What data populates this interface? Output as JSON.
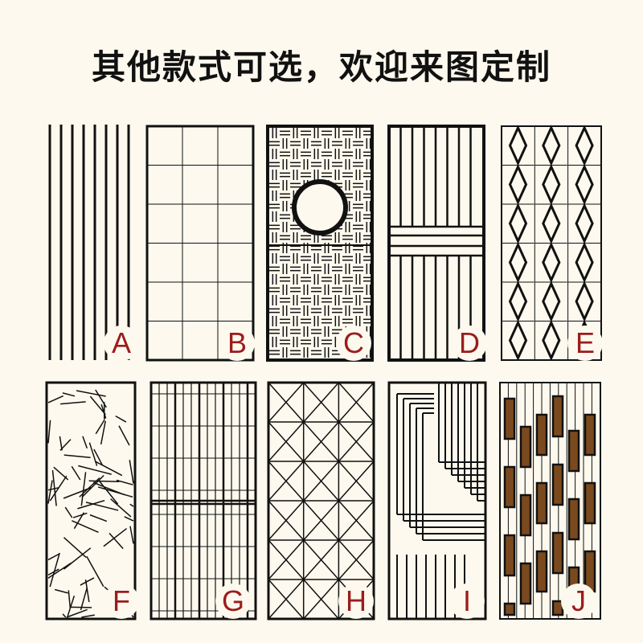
{
  "title": "其他款式可选，欢迎来图定制",
  "colors": {
    "background": "#fdf9ee",
    "line": "#111111",
    "label": "#9b1c1c",
    "wood": "#7a4a1e"
  },
  "panels": [
    {
      "label": "A",
      "pattern": "vertical-bars"
    },
    {
      "label": "B",
      "pattern": "grid"
    },
    {
      "label": "C",
      "pattern": "basketweave-with-circle"
    },
    {
      "label": "D",
      "pattern": "vertical-lines-with-horizontal-band"
    },
    {
      "label": "E",
      "pattern": "diamonds"
    },
    {
      "label": "F",
      "pattern": "cracked-ice"
    },
    {
      "label": "G",
      "pattern": "vertical-lattice"
    },
    {
      "label": "H",
      "pattern": "diagonal-grid"
    },
    {
      "label": "I",
      "pattern": "stepped-lines"
    },
    {
      "label": "J",
      "pattern": "offset-wood-blocks"
    }
  ]
}
